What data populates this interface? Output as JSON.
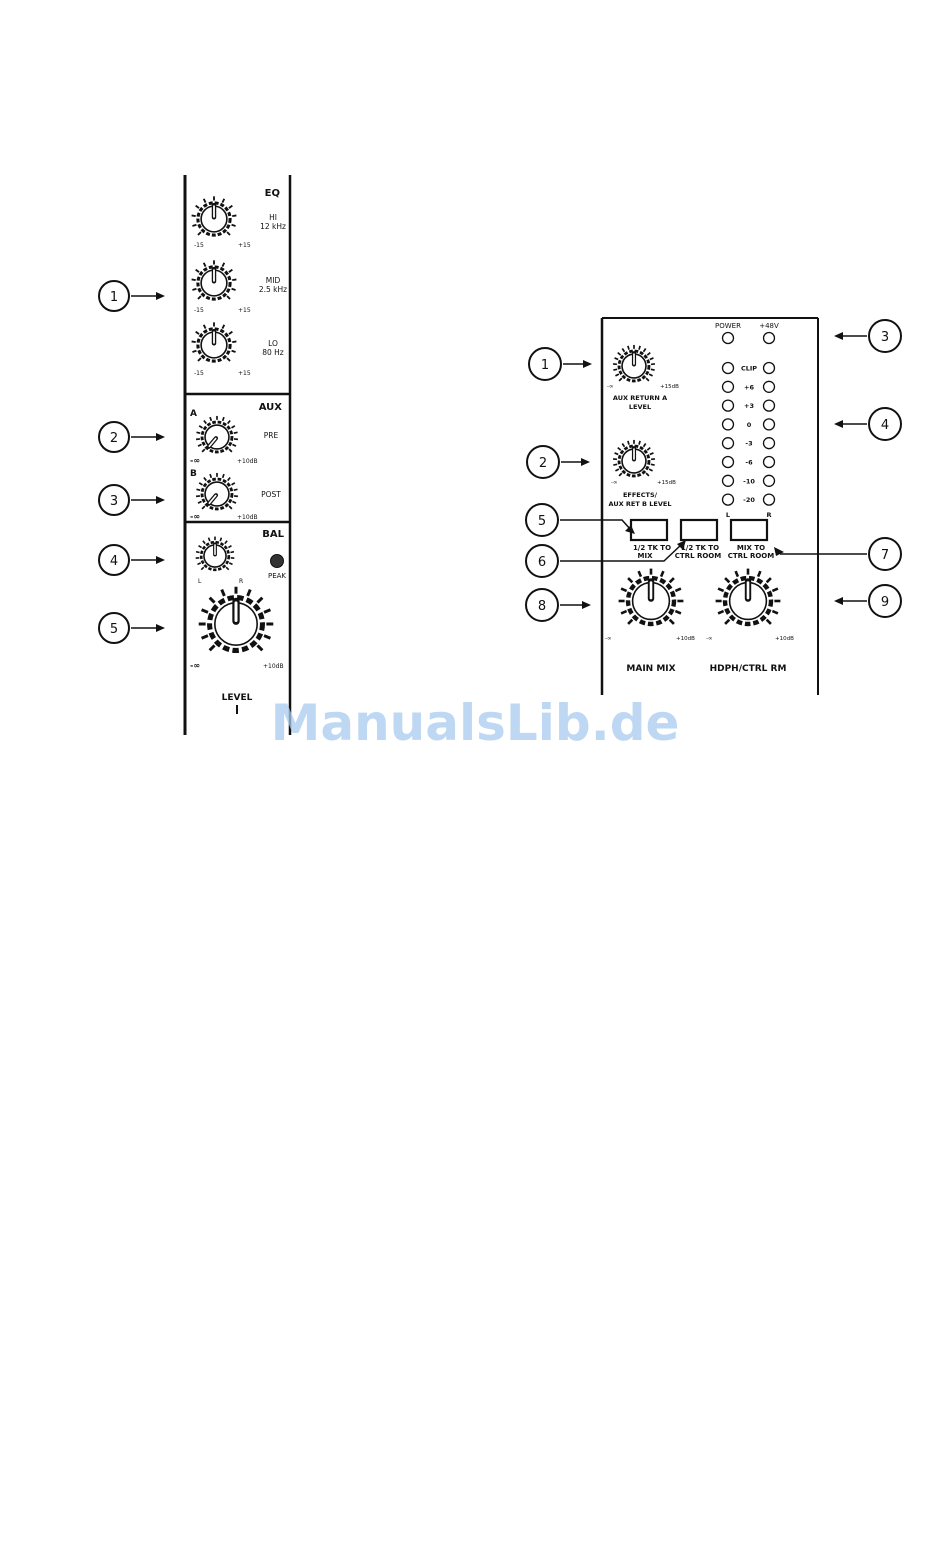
{
  "watermark": "ManualsLib.de",
  "channel_strip": {
    "callouts": [
      "1",
      "2",
      "3",
      "4",
      "5"
    ],
    "eq": {
      "title": "EQ",
      "hi": {
        "name": "HI",
        "freq": "12 kHz",
        "min": "-15",
        "max": "+15"
      },
      "mid": {
        "name": "MID",
        "freq": "2.5 kHz",
        "min": "-15",
        "max": "+15"
      },
      "lo": {
        "name": "LO",
        "freq": "80 Hz",
        "min": "-15",
        "max": "+15"
      }
    },
    "aux": {
      "title": "AUX",
      "a": {
        "letter": "A",
        "label": "PRE",
        "min": "-∞",
        "max": "+10dB"
      },
      "b": {
        "letter": "B",
        "label": "POST",
        "min": "-∞",
        "max": "+10dB"
      }
    },
    "bal": {
      "title": "BAL",
      "left": "L",
      "right": "R",
      "peak": "PEAK"
    },
    "level": {
      "min": "-∞",
      "max": "+10dB",
      "label": "LEVEL"
    }
  },
  "master_section": {
    "callouts": [
      "1",
      "2",
      "3",
      "4",
      "5",
      "6",
      "7",
      "8",
      "9"
    ],
    "power": "POWER",
    "phantom": "+48V",
    "aux_return_a": {
      "label_line1": "AUX RETURN A",
      "label_line2": "LEVEL",
      "min": "-∞",
      "max": "+15dB"
    },
    "effects": {
      "label_line1": "EFFECTS/",
      "label_line2": "AUX RET B LEVEL",
      "min": "-∞",
      "max": "+15dB"
    },
    "meter_labels": [
      "CLIP",
      "+6",
      "+3",
      "0",
      "-3",
      "-6",
      "-10",
      "-20"
    ],
    "meter_left": "L",
    "meter_right": "R",
    "buttons": [
      {
        "line1": "1/2 TK TO",
        "line2": "MIX"
      },
      {
        "line1": "1/2 TK TO",
        "line2": "CTRL ROOM"
      },
      {
        "line1": "MIX TO",
        "line2": "CTRL ROOM"
      }
    ],
    "main_mix": {
      "label": "MAIN MIX",
      "min": "-∞",
      "max": "+10dB"
    },
    "hdph": {
      "label": "HDPH/CTRL RM",
      "min": "-∞",
      "max": "+10dB"
    }
  }
}
